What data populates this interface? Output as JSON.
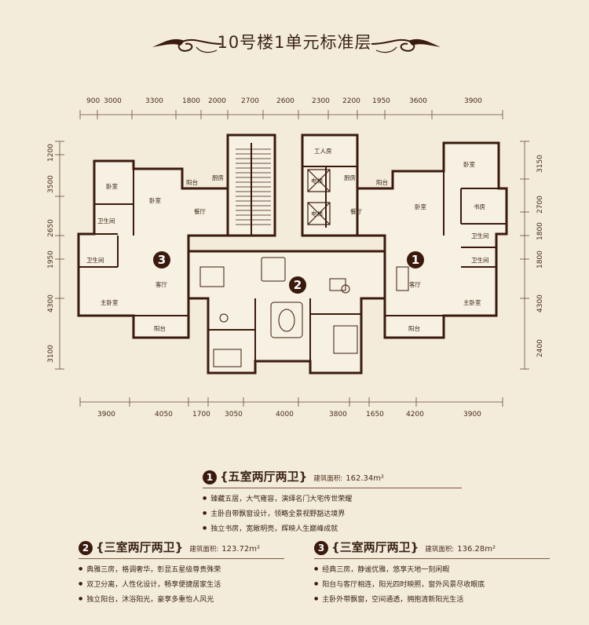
{
  "title": "10号楼1单元标准层",
  "dims": {
    "top": [
      "900",
      "3000",
      "3300",
      "1800",
      "2000",
      "2700",
      "2600",
      "2300",
      "2200",
      "1950",
      "3600",
      "3900"
    ],
    "bottom": [
      "3900",
      "4050",
      "1700",
      "3050",
      "4000",
      "3800",
      "1650",
      "4200",
      "3900"
    ],
    "left": [
      "1200",
      "3500",
      "2650",
      "1950",
      "4300",
      "3100"
    ],
    "right": [
      "3150",
      "2700",
      "1800",
      "1800",
      "4300",
      "2400"
    ]
  },
  "rooms": {
    "kitchen": "厨房",
    "worker": "工人房",
    "balcony": "阳台",
    "bedroom": "卧室",
    "dining": "餐厅",
    "bath": "卫生间",
    "study": "书房",
    "living": "客厅",
    "master": "主卧室",
    "elevator": "电梯"
  },
  "markers": [
    "1",
    "2",
    "3"
  ],
  "units": {
    "u1": {
      "num": "1",
      "name": "{五室两厅两卫}",
      "area_label": "建筑面积:",
      "area_value": "162.34m²",
      "features": [
        "臻藏五居，大气雍容，演绎名门大宅传世荣耀",
        "主卧自带飘窗设计，领略全景视野豁达境界",
        "独立书房，宽敞明亮，辉映人生巅峰成就"
      ]
    },
    "u2": {
      "num": "2",
      "name": "{三室两厅两卫}",
      "area_label": "建筑面积:",
      "area_value": "123.72m²",
      "features": [
        "典雅三房，格调奢华，彰显五星级尊贵殊荣",
        "双卫分离，人性化设计，畅享便捷居家生活",
        "独立阳台，沐浴阳光，豪享多重怡人风光"
      ]
    },
    "u3": {
      "num": "3",
      "name": "{三室两厅两卫}",
      "area_label": "建筑面积:",
      "area_value": "136.28m²",
      "features": [
        "经典三房，静谧优雅，悠享天地一刻闲暇",
        "阳台与客厅相连，阳光四时映照，窗外风景尽收眼底",
        "主卧外带飘窗，空间通透，拥抱清新阳光生活"
      ]
    }
  }
}
